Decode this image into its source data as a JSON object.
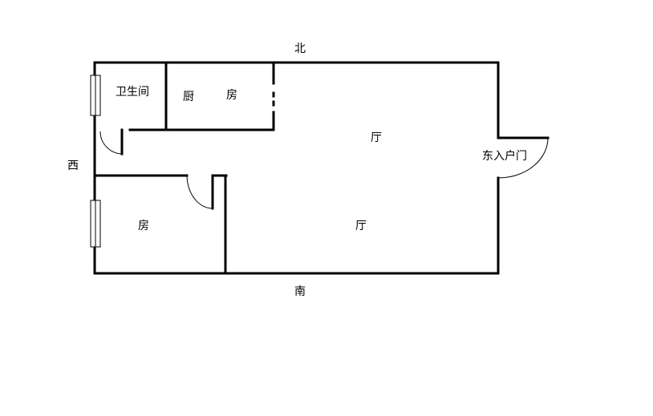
{
  "compass": {
    "north": "北",
    "south": "南",
    "west": "西"
  },
  "rooms": {
    "bathroom": "卫生间",
    "kitchen_left": "厨",
    "kitchen_right": "房",
    "living_upper": "厅",
    "living_lower": "厅",
    "bedroom": "房"
  },
  "door_label": "东入户门"
}
